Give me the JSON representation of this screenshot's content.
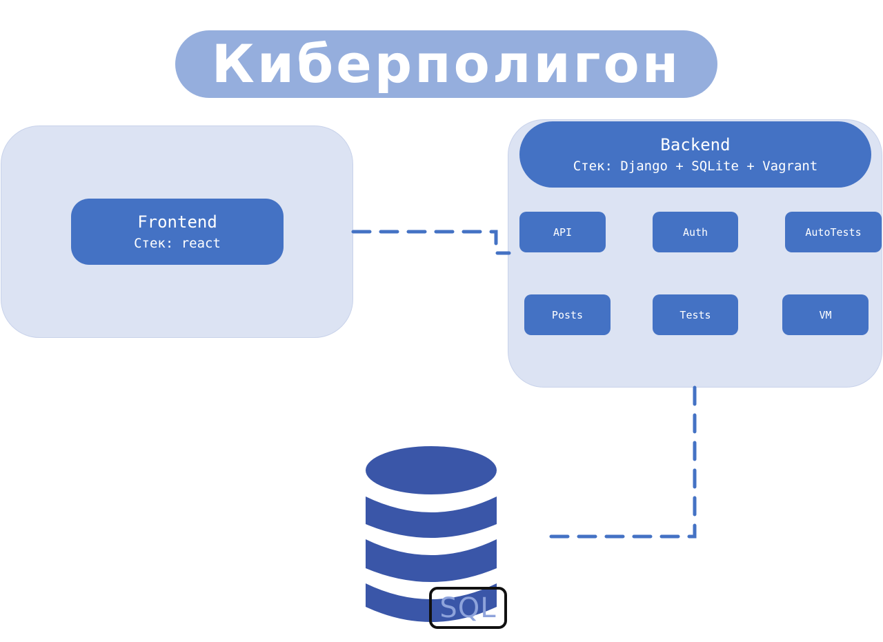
{
  "title": "Киберполигон",
  "frontend": {
    "title": "Frontend",
    "stack": "Стек: react"
  },
  "backend": {
    "title": "Backend",
    "stack": "Стек: Django + SQLite + Vagrant",
    "modules": [
      "API",
      "Auth",
      "AutoTests",
      "Posts",
      "Tests",
      "VM"
    ]
  },
  "database": {
    "icon": "database-icon",
    "label": "SQL"
  },
  "colors": {
    "accent": "#4472c4",
    "panel": "#dce3f3",
    "title_pill": "#95aedd",
    "database": "#3a56a8",
    "connector": "#4472c4"
  }
}
